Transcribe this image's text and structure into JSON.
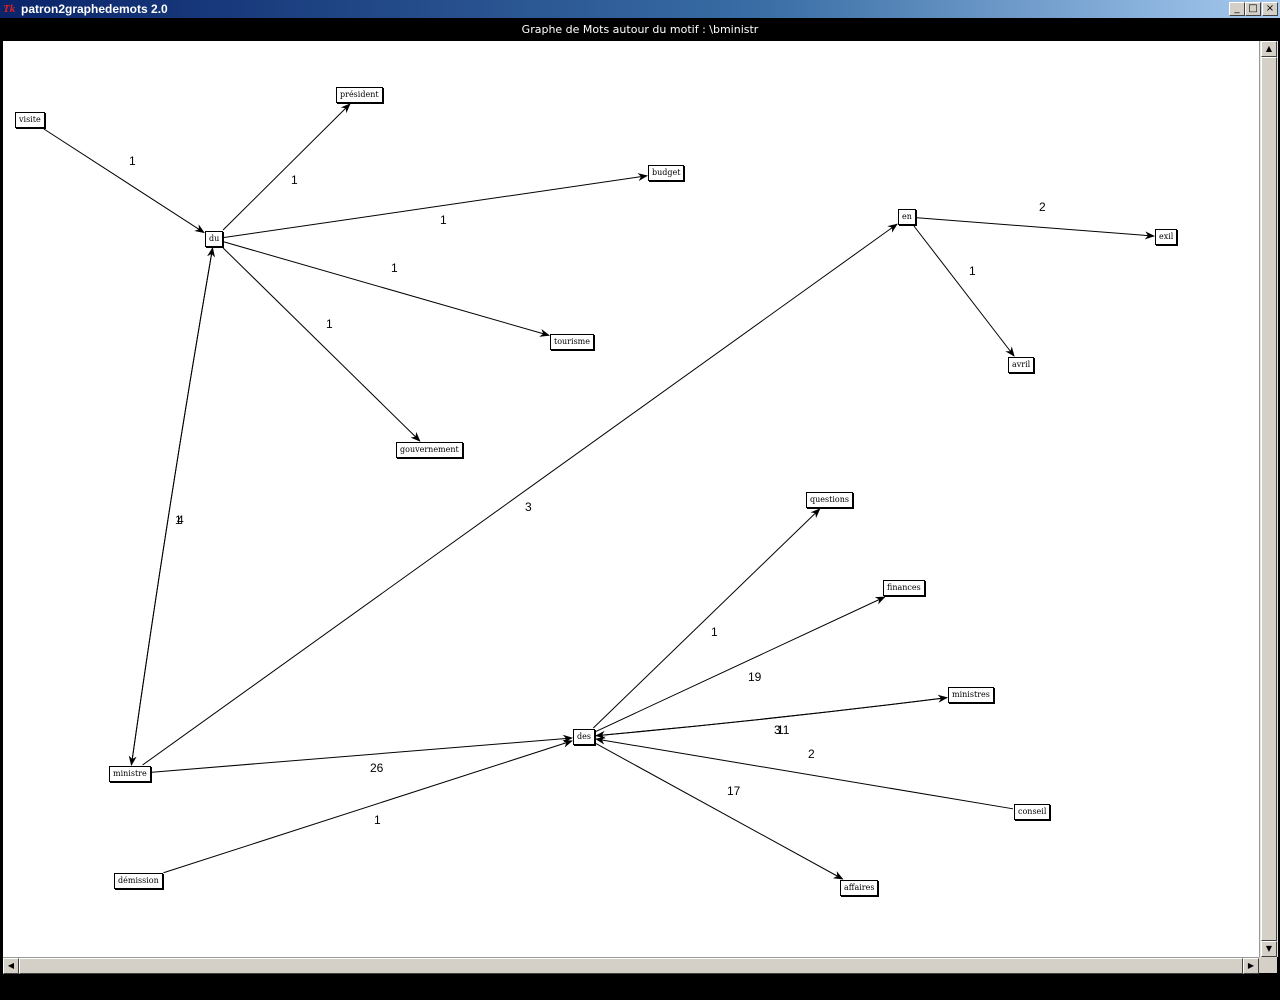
{
  "window": {
    "title": "patron2graphedemots 2.0",
    "icon": "tk-feather-icon",
    "buttons": {
      "minimize": "_",
      "maximize": "□",
      "close": "×"
    }
  },
  "graph": {
    "title": "Graphe de Mots autour du motif : \\bministr",
    "nodes": [
      {
        "id": "visite",
        "label": "visite"
      },
      {
        "id": "president",
        "label": "président"
      },
      {
        "id": "budget",
        "label": "budget"
      },
      {
        "id": "du",
        "label": "du"
      },
      {
        "id": "en",
        "label": "en"
      },
      {
        "id": "exil",
        "label": "exil"
      },
      {
        "id": "tourisme",
        "label": "tourisme"
      },
      {
        "id": "avril",
        "label": "avril"
      },
      {
        "id": "gouvernement",
        "label": "gouvernement"
      },
      {
        "id": "questions",
        "label": "questions"
      },
      {
        "id": "finances",
        "label": "finances"
      },
      {
        "id": "ministres",
        "label": "ministres"
      },
      {
        "id": "des",
        "label": "des"
      },
      {
        "id": "ministre",
        "label": "ministre"
      },
      {
        "id": "conseil",
        "label": "conseil"
      },
      {
        "id": "demission",
        "label": "démission"
      },
      {
        "id": "affaires",
        "label": "affaires"
      }
    ],
    "edges": [
      {
        "from": "visite",
        "to": "du",
        "label": "1"
      },
      {
        "from": "du",
        "to": "president",
        "label": "1"
      },
      {
        "from": "du",
        "to": "budget",
        "label": "1"
      },
      {
        "from": "du",
        "to": "tourisme",
        "label": "1"
      },
      {
        "from": "du",
        "to": "gouvernement",
        "label": "1"
      },
      {
        "from": "ministre",
        "to": "du",
        "label": "4"
      },
      {
        "from": "du",
        "to": "ministre",
        "label": "1"
      },
      {
        "from": "en",
        "to": "exil",
        "label": "2"
      },
      {
        "from": "en",
        "to": "avril",
        "label": "1"
      },
      {
        "from": "ministre",
        "to": "en",
        "label": "3"
      },
      {
        "from": "ministre",
        "to": "des",
        "label": "26"
      },
      {
        "from": "demission",
        "to": "des",
        "label": "1"
      },
      {
        "from": "des",
        "to": "questions",
        "label": "1"
      },
      {
        "from": "des",
        "to": "finances",
        "label": "19"
      },
      {
        "from": "des",
        "to": "ministres",
        "label": "3"
      },
      {
        "from": "ministres",
        "to": "des",
        "label": "11"
      },
      {
        "from": "conseil",
        "to": "des",
        "label": "2"
      },
      {
        "from": "des",
        "to": "affaires",
        "label": "17"
      }
    ]
  },
  "scrollbars": {
    "up": "▲",
    "down": "▼",
    "left": "◀",
    "right": "▶"
  }
}
